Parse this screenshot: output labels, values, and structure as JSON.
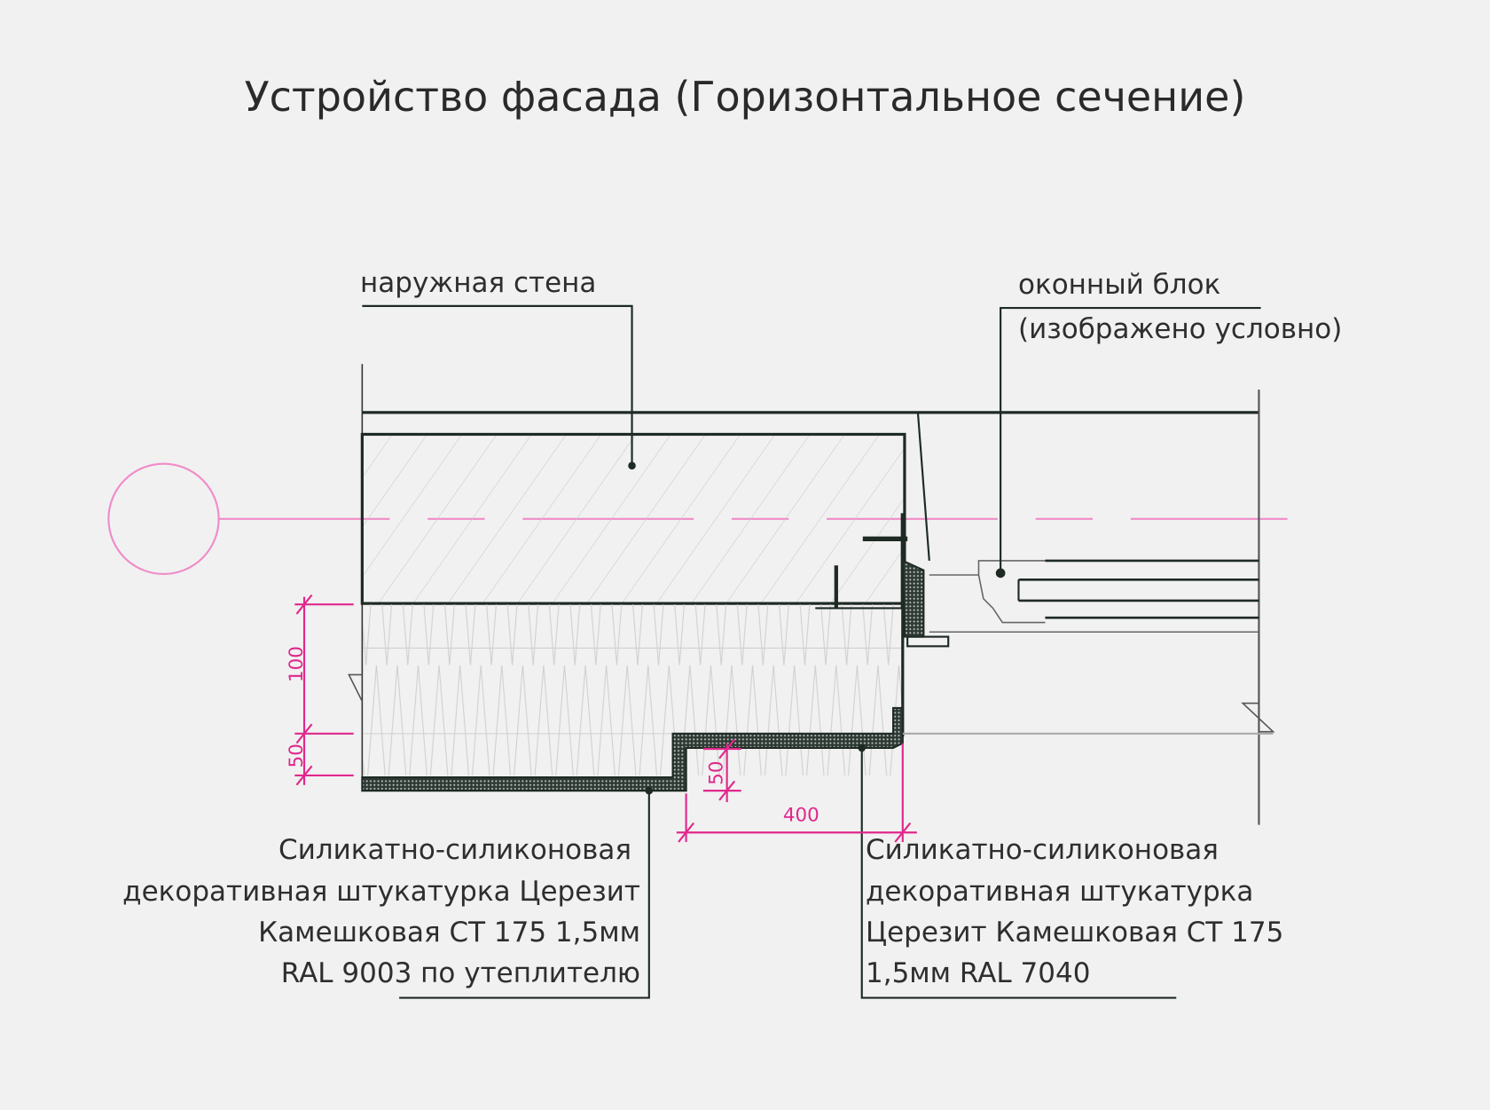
{
  "title": "Устройство фасада (Горизонтальное сечение)",
  "labels": {
    "outer_wall": "наружная стена",
    "window_block_1": "оконный блок",
    "window_block_2": "(изображено условно)",
    "left_note": [
      "Силикатно-силиконовая",
      "декоративная штукатурка Церезит",
      "Камешковая СТ 175  1,5мм",
      "RAL 9003  по утеплителю"
    ],
    "right_note": [
      "Силикатно-силиконовая",
      "декоративная штукатурка",
      "Церезит Камешковая СТ 175",
      "1,5мм  RAL 7040"
    ]
  },
  "dimensions": {
    "d100": "100",
    "d50_left": "50",
    "d50_step": "50",
    "d400": "400"
  },
  "colors": {
    "line": "#1e2a24",
    "dimension": "#e0288c",
    "axis": "#f08cc8"
  }
}
